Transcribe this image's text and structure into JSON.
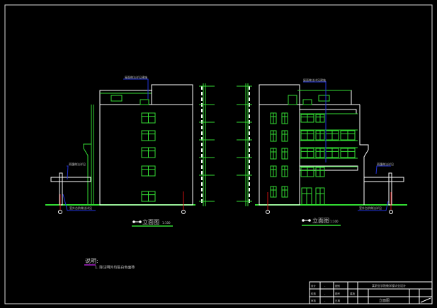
{
  "drawing": {
    "left_elevation": {
      "title": "立面图",
      "scale": "1:100",
      "axis_start": "①",
      "axis_end": "⑦"
    },
    "right_elevation": {
      "title": "立面图",
      "scale": "1:100",
      "axis_start": "⑦",
      "axis_end": "①"
    },
    "notes": {
      "heading": "说明:",
      "items": [
        "1. 除注明外均贴白色面砖"
      ]
    },
    "title_block": {
      "project": "某职业学院教学楼毕业设计",
      "drawing_name": "立面图",
      "labels": [
        "设计",
        "校核",
        "审核",
        "图别",
        "图号",
        "日期"
      ],
      "values": [
        "-",
        "-",
        "-",
        "建施",
        "-",
        "-"
      ]
    }
  },
  "colors": {
    "background": "#000000",
    "lines": "#ffffff",
    "windows": "#33dd33",
    "leaders": "#2233dd",
    "axes": "#cc1111"
  }
}
